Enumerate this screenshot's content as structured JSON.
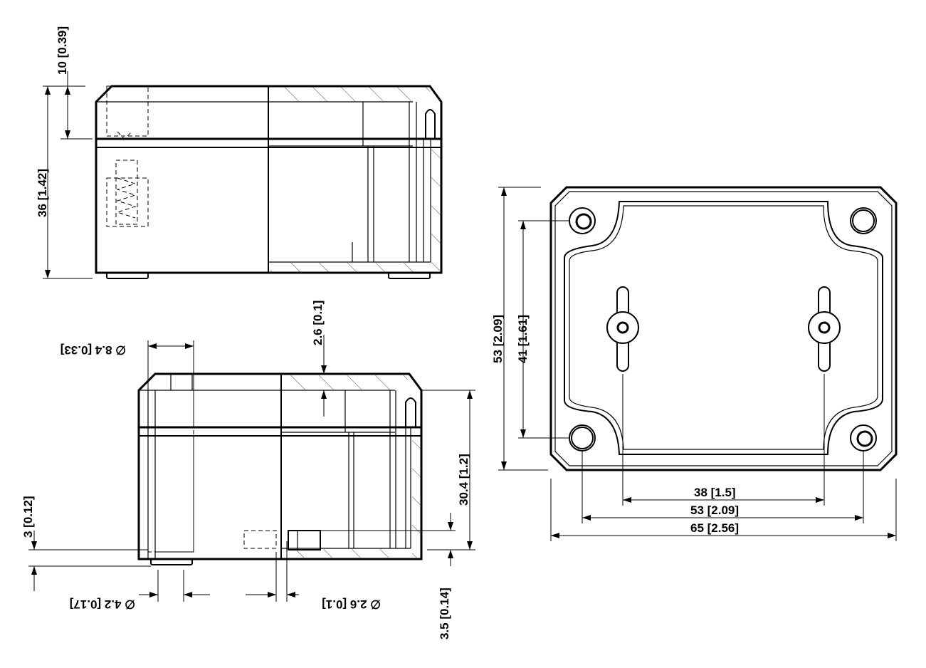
{
  "dimensions": {
    "top_cap_depth": "10  [0.39]",
    "overall_height": "36  [1.42]",
    "wall_thickness": "2.6  [0.1]",
    "boss_diameter": "∅ 8.4  [0.33]",
    "body_height": "30.4  [1.2]",
    "foot_height": "3  [0.12]",
    "pin_diameter": "∅ 4.2  [0.17]",
    "hole_diameter": "∅ 2.6  [0.1]",
    "pin_height": "3.5  [0.14]",
    "plan_height": "53  [2.09]",
    "plan_hole_spacing_v": "41  [1.61]",
    "slot_spacing": "38  [1.5]",
    "plan_hole_spacing_h": "53  [2.09]",
    "plan_width": "65  [2.56]"
  }
}
